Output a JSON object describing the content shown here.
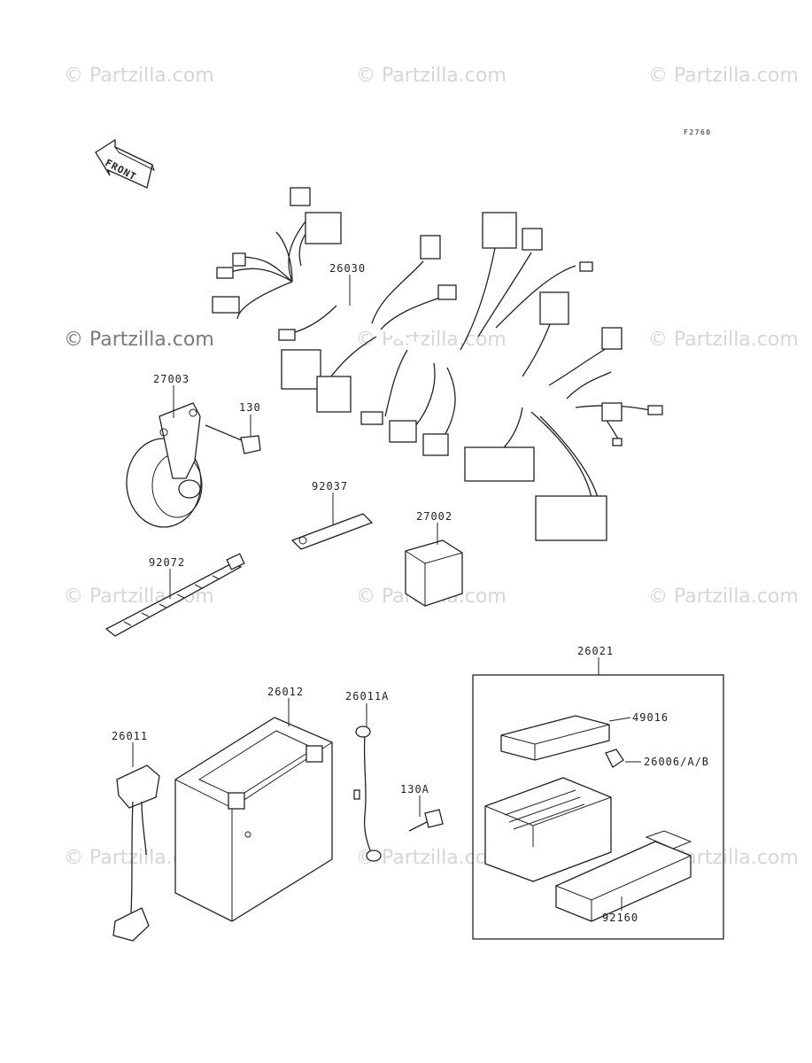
{
  "watermark": "© Partzilla.com",
  "figure_code": "F2760",
  "front_label": "FRONT",
  "labels": {
    "harness": "26030",
    "horn": "27003",
    "bolt": "130",
    "bracket": "92037",
    "relay": "27002",
    "band": "92072",
    "fuse_box": "26021",
    "fuse_cover": "49016",
    "fuse": "26006/A/B",
    "battery": "26012",
    "battery_cable": "26011A",
    "cap": "26011",
    "bolt_a": "130A",
    "holder": "92160"
  }
}
